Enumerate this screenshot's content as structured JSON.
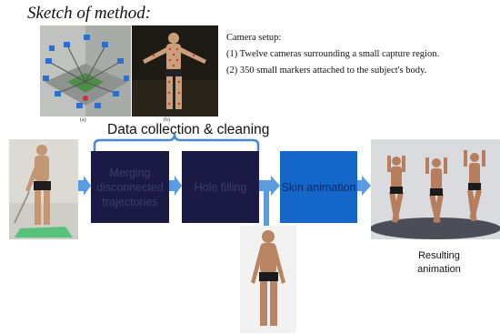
{
  "title": "Sketch of method:",
  "camera_setup": {
    "heading": "Camera setup:",
    "items": [
      "(1) Twelve cameras surrounding a small capture region.",
      "(2) 350 small markers attached to the subject's body."
    ]
  },
  "figure_labels": {
    "a": "(a)",
    "b": "(b)"
  },
  "section_label": "Data collection & cleaning",
  "pipeline": {
    "merge": "Merging disconnected trajectories",
    "hole": "Hole filling",
    "skin": "Skin animation"
  },
  "result_label": "Resulting animation",
  "colors": {
    "dark_box": "#1b1a44",
    "blue_box": "#1566c9",
    "arrow": "#5b9be0"
  }
}
